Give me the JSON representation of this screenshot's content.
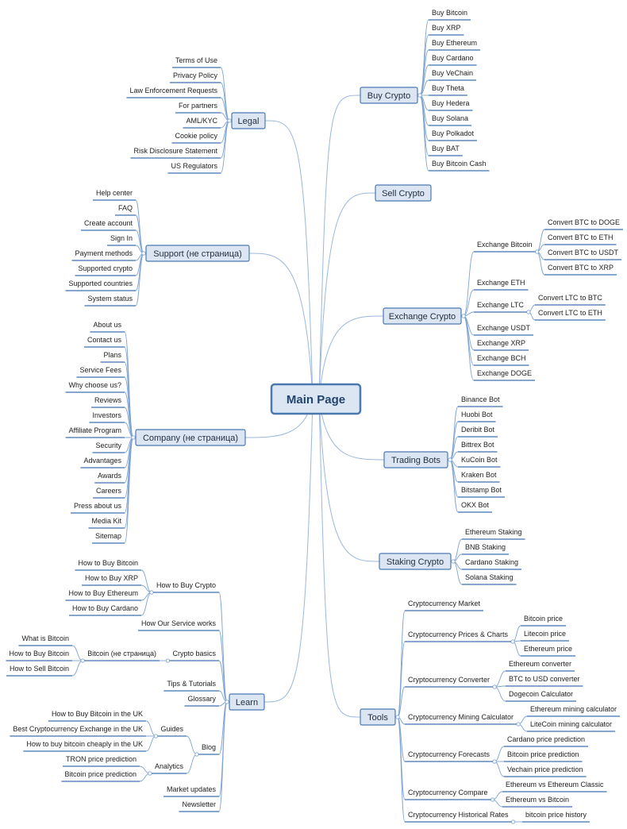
{
  "center": "Main Page",
  "right": [
    {
      "label": "Buy Crypto",
      "children": [
        {
          "label": "Buy Bitcoin"
        },
        {
          "label": "Buy XRP"
        },
        {
          "label": "Buy Ethereum"
        },
        {
          "label": "Buy Cardano"
        },
        {
          "label": "Buy VeChain"
        },
        {
          "label": "Buy Theta"
        },
        {
          "label": "Buy Hedera"
        },
        {
          "label": "Buy Solana"
        },
        {
          "label": "Buy Polkadot"
        },
        {
          "label": "Buy BAT"
        },
        {
          "label": "Buy Bitcoin Cash"
        }
      ]
    },
    {
      "label": "Sell Crypto",
      "children": []
    },
    {
      "label": "Exchange Crypto",
      "children": [
        {
          "label": "Exchange Bitcoin",
          "children": [
            {
              "label": "Convert BTC to DOGE"
            },
            {
              "label": "Convert BTC to ETH"
            },
            {
              "label": "Convert BTC to USDT"
            },
            {
              "label": "Convert BTC to XRP"
            }
          ]
        },
        {
          "label": "Exchange ETH"
        },
        {
          "label": "Exchange LTC",
          "children": [
            {
              "label": "Convert LTC to BTC"
            },
            {
              "label": "Convert LTC to ETH"
            }
          ]
        },
        {
          "label": "Exchange USDT"
        },
        {
          "label": "Exchange XRP"
        },
        {
          "label": "Exchange BCH"
        },
        {
          "label": "Exchange DOGE"
        }
      ]
    },
    {
      "label": "Trading Bots",
      "children": [
        {
          "label": "Binance Bot"
        },
        {
          "label": "Huobi Bot"
        },
        {
          "label": "Deribit Bot"
        },
        {
          "label": "Bittrex Bot"
        },
        {
          "label": "KuCoin Bot"
        },
        {
          "label": "Kraken Bot"
        },
        {
          "label": "Bitstamp Bot"
        },
        {
          "label": "OKX Bot"
        }
      ]
    },
    {
      "label": "Staking Crypto",
      "children": [
        {
          "label": "Ethereum Staking"
        },
        {
          "label": "BNB Staking"
        },
        {
          "label": "Cardano Staking"
        },
        {
          "label": "Solana Staking"
        }
      ]
    },
    {
      "label": "Tools",
      "children": [
        {
          "label": "Cryptocurrency Market"
        },
        {
          "label": "Cryptocurrency Prices & Charts",
          "children": [
            {
              "label": "Bitcoin price"
            },
            {
              "label": "Litecoin price"
            },
            {
              "label": "Ethereum price"
            }
          ]
        },
        {
          "label": "Cryptocurrency Converter",
          "children": [
            {
              "label": "Ethereum converter"
            },
            {
              "label": "BTC to USD converter"
            },
            {
              "label": "Dogecoin Calculator"
            }
          ]
        },
        {
          "label": "Cryptocurrency Mining Calculator",
          "children": [
            {
              "label": "Ethereum mining calculator"
            },
            {
              "label": "LiteCoin mining calculator"
            }
          ]
        },
        {
          "label": "Cryptocurrency Forecasts",
          "children": [
            {
              "label": "Cardano price prediction"
            },
            {
              "label": "Bitcoin price prediction"
            },
            {
              "label": "Vechain price prediction"
            }
          ]
        },
        {
          "label": "Cryptocurrency Compare",
          "children": [
            {
              "label": "Ethereum vs Ethereum Classic"
            },
            {
              "label": "Ethereum vs Bitcoin"
            }
          ]
        },
        {
          "label": "Cryptocurrency Historical Rates",
          "children": [
            {
              "label": "bitcoin price history"
            }
          ]
        }
      ]
    }
  ],
  "left": [
    {
      "label": "Legal",
      "children": [
        {
          "label": "Terms of Use"
        },
        {
          "label": "Privacy Policy"
        },
        {
          "label": "Law Enforcement Requests"
        },
        {
          "label": "For partners"
        },
        {
          "label": "AML/KYC"
        },
        {
          "label": "Cookie policy"
        },
        {
          "label": "Risk Disclosure Statement"
        },
        {
          "label": "US Regulators"
        }
      ]
    },
    {
      "label": "Support (не страница)",
      "children": [
        {
          "label": "Help center"
        },
        {
          "label": "FAQ"
        },
        {
          "label": "Create account"
        },
        {
          "label": "Sign In"
        },
        {
          "label": "Payment methods"
        },
        {
          "label": "Supported crypto"
        },
        {
          "label": "Supported countries"
        },
        {
          "label": "System status"
        }
      ]
    },
    {
      "label": "Company (не страница)",
      "children": [
        {
          "label": "About us"
        },
        {
          "label": "Contact us"
        },
        {
          "label": "Plans"
        },
        {
          "label": "Service Fees"
        },
        {
          "label": "Why choose us?"
        },
        {
          "label": "Reviews"
        },
        {
          "label": "Investors"
        },
        {
          "label": "Affiliate Program"
        },
        {
          "label": "Security"
        },
        {
          "label": "Advantages"
        },
        {
          "label": "Awards"
        },
        {
          "label": "Careers"
        },
        {
          "label": "Press about us"
        },
        {
          "label": "Media Kit"
        },
        {
          "label": "Sitemap"
        }
      ]
    },
    {
      "label": "Learn",
      "children": [
        {
          "label": "How to Buy Crypto",
          "children": [
            {
              "label": "How to Buy Bitcoin"
            },
            {
              "label": "How to Buy XRP"
            },
            {
              "label": "How to Buy Ethereum"
            },
            {
              "label": "How to Buy Cardano"
            }
          ]
        },
        {
          "label": "How Our Service works"
        },
        {
          "label": "Crypto basics",
          "children": [
            {
              "label": "Bitcoin (не страница)",
              "children": [
                {
                  "label": "What is Bitcoin"
                },
                {
                  "label": "How to Buy Bitcoin"
                },
                {
                  "label": "How to Sell Bitcoin"
                }
              ]
            }
          ]
        },
        {
          "label": "Tips & Tutorials"
        },
        {
          "label": "Glossary"
        },
        {
          "label": "Blog",
          "children": [
            {
              "label": "Guides",
              "children": [
                {
                  "label": "How to Buy Bitcoin in the UK"
                },
                {
                  "label": "Best Cryptocurrency Exchange in the UK"
                },
                {
                  "label": "How to buy bitcoin cheaply in the UK"
                }
              ]
            },
            {
              "label": "Analytics",
              "children": [
                {
                  "label": "TRON price prediction"
                },
                {
                  "label": "Bitcoin price prediction"
                }
              ]
            }
          ]
        },
        {
          "label": "Market updates"
        },
        {
          "label": "Newsletter"
        }
      ]
    }
  ]
}
